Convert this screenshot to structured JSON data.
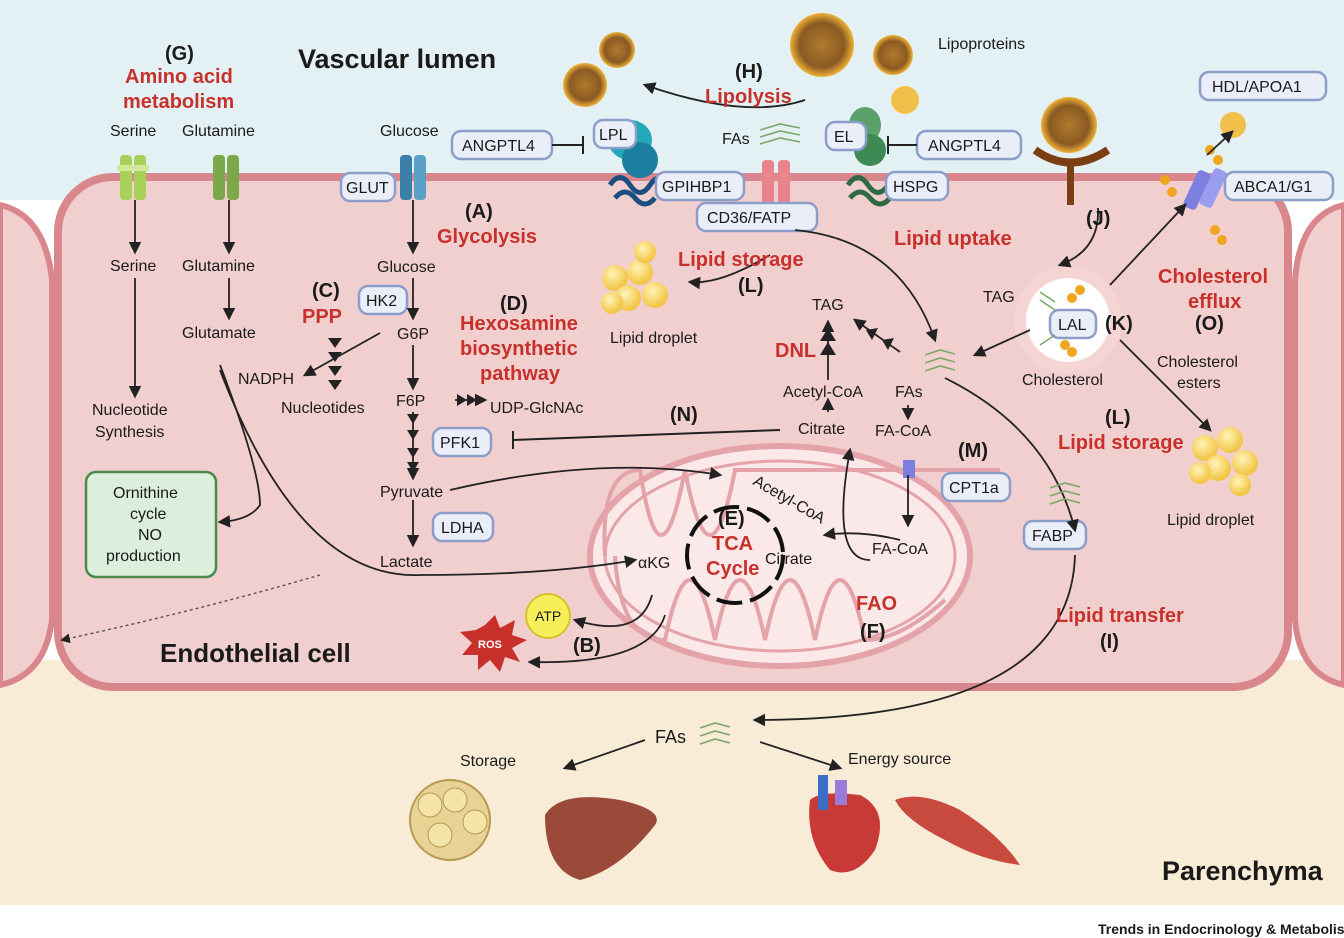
{
  "regions": {
    "vascular_lumen": "Vascular lumen",
    "endothelial_cell": "Endothelial cell",
    "parenchyma": "Parenchyma",
    "journal_credit": "Trends in Endocrinology & Metabolism"
  },
  "panels": {
    "G": {
      "letter": "(G)",
      "title_line1": "Amino acid",
      "title_line2": "metabolism"
    },
    "H": {
      "letter": "(H)",
      "title": "Lipolysis"
    },
    "A": {
      "letter": "(A)",
      "title": "Glycolysis"
    },
    "C": {
      "letter": "(C)",
      "title": "PPP"
    },
    "D": {
      "letter": "(D)",
      "title_line1": "Hexosamine",
      "title_line2": "biosynthetic",
      "title_line3": "pathway"
    },
    "L1": {
      "letter": "(L)",
      "title": "Lipid storage"
    },
    "L2": {
      "letter": "(L)",
      "title": "Lipid storage"
    },
    "J": {
      "letter": "(J)",
      "title": "Lipid uptake"
    },
    "K": {
      "letter": "(K)"
    },
    "O": {
      "letter": "(O)",
      "title_line1": "Cholesterol",
      "title_line2": "efflux"
    },
    "N": {
      "letter": "(N)"
    },
    "M": {
      "letter": "(M)"
    },
    "E": {
      "letter": "(E)",
      "title_line1": "TCA",
      "title_line2": "Cycle"
    },
    "B": {
      "letter": "(B)"
    },
    "F": {
      "letter": "(F)",
      "title": "FAO"
    },
    "I": {
      "letter": "(I)",
      "title": "Lipid transfer"
    },
    "DNL": "DNL"
  },
  "proteins": {
    "glut": "GLUT",
    "angptl4_left": "ANGPTL4",
    "lpl": "LPL",
    "gpihbp1": "GPIHBP1",
    "cd36_fatp": "CD36/FATP",
    "el": "EL",
    "angptl4_right": "ANGPTL4",
    "hspg": "HSPG",
    "hdl_apoa1": "HDL/APOA1",
    "abca1_g1": "ABCA1/G1",
    "hk2": "HK2",
    "pfk1": "PFK1",
    "ldha": "LDHA",
    "cpt1a": "CPT1a",
    "fabp": "FABP",
    "lal": "LAL"
  },
  "metabolites": {
    "serine_out": "Serine",
    "glutamine_out": "Glutamine",
    "glucose_out": "Glucose",
    "lipoproteins": "Lipoproteins",
    "fas_top": "FAs",
    "serine_in": "Serine",
    "glutamine_in": "Glutamine",
    "glutamate": "Glutamate",
    "nucleotide_line1": "Nucleotide",
    "nucleotide_line2": "Synthesis",
    "ornithine_line1": "Ornithine",
    "ornithine_line2": "cycle",
    "ornithine_line3": "NO",
    "ornithine_line4": "production",
    "glucose_in": "Glucose",
    "g6p": "G6P",
    "nadph": "NADPH",
    "nucleotides": "Nucleotides",
    "f6p": "F6P",
    "udp_glcnac": "UDP-GlcNAc",
    "pyruvate": "Pyruvate",
    "lactate": "Lactate",
    "lipid_droplet_1": "Lipid droplet",
    "tag_1": "TAG",
    "acetyl_coa_1": "Acetyl-CoA",
    "citrate_1": "Citrate",
    "fas_mid": "FAs",
    "fa_coa_1": "FA-CoA",
    "tag_2": "TAG",
    "cholesterol": "Cholesterol",
    "cholesterol_esters_line1": "Cholesterol",
    "cholesterol_esters_line2": "esters",
    "lipid_droplet_2": "Lipid droplet",
    "akg": "αKG",
    "acetyl_coa_2": "Acetyl-CoA",
    "citrate_2": "Citrate",
    "fa_coa_2": "FA-CoA",
    "atp": "ATP",
    "ros": "ROS",
    "fas_bottom": "FAs",
    "storage": "Storage",
    "energy_source": "Energy source"
  },
  "colors": {
    "lumen": "#e4f1f4",
    "cell": "#f2cfcf",
    "cell_border": "#d9878c",
    "parenchyma": "#f8ecd7",
    "red_label": "#c8312b",
    "protein_box": "#e9eef8",
    "protein_border": "#8d9dc9",
    "green_box": "#dcefdc"
  }
}
